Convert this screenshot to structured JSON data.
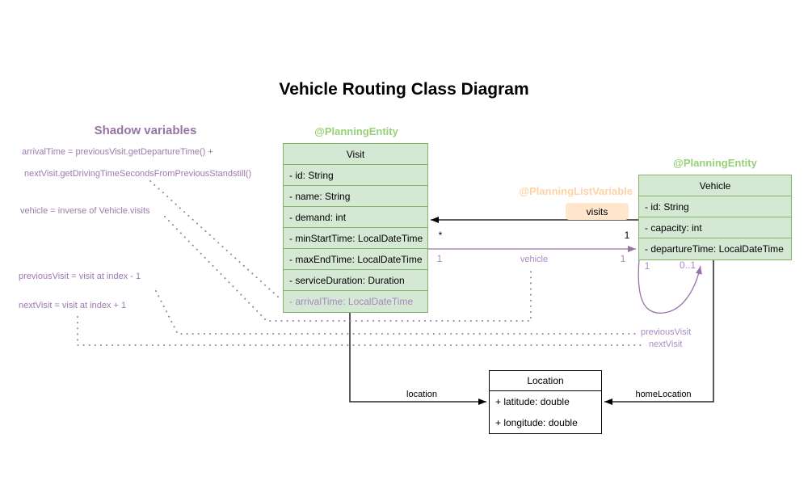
{
  "title": "Vehicle Routing Class Diagram",
  "colors": {
    "class_fill_green": "#d5e8d4",
    "class_border_green": "#82b366",
    "entity_label_green": "#97d077",
    "badge_fill_orange": "#ffe6cc",
    "listvar_label_orange": "#ffd2a6",
    "shadow_purple": "#9673a6",
    "light_purple": "#a98bc2",
    "line_black": "#000000"
  },
  "shadow_panel": {
    "heading": "Shadow variables",
    "lines": [
      "arrivalTime = previousVisit.getDepartureTime() +",
      "nextVisit.getDrivingTimeSecondsFromPreviousStandstill()",
      "vehicle = inverse of Vehicle.visits",
      "previousVisit = visit at index - 1",
      "nextVisit = visit at index + 1"
    ]
  },
  "annotations": {
    "visit_entity": "@PlanningEntity",
    "vehicle_entity": "@PlanningEntity",
    "planning_list_variable": "@PlanningListVariable",
    "visits_badge": "visits"
  },
  "classes": {
    "visit": {
      "name": "Visit",
      "attributes": [
        "- id: String",
        "- name: String",
        "- demand: int",
        "- minStartTime: LocalDateTime",
        "- maxEndTime: LocalDateTime",
        "- serviceDuration: Duration",
        "- arrivalTime: LocalDateTime"
      ]
    },
    "vehicle": {
      "name": "Vehicle",
      "attributes": [
        "- id: String",
        "- capacity: int",
        "- departureTime: LocalDateTime"
      ]
    },
    "location": {
      "name": "Location",
      "attributes": [
        "+ latitude: double",
        "+ longitude: double"
      ]
    }
  },
  "edges": {
    "visits": {
      "source_mult": "1",
      "target_mult": "*"
    },
    "vehicle": {
      "label": "vehicle",
      "source_mult": "1",
      "target_mult": "1"
    },
    "self_loop": {
      "source_mult": "1",
      "target_mult": "0..1"
    },
    "previous_visit_label": "previousVisit",
    "next_visit_label": "nextVisit",
    "location_label": "location",
    "home_location_label": "homeLocation"
  }
}
